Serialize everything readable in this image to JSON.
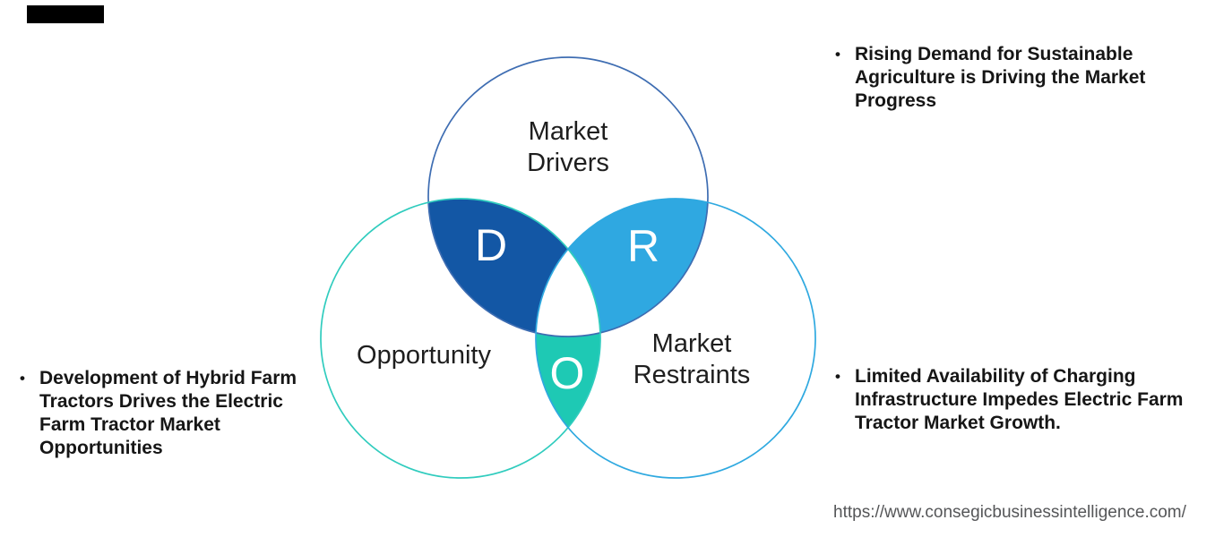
{
  "venn": {
    "drivers": {
      "line1": "Market",
      "line2": "Drivers"
    },
    "opportunity": {
      "line1": "Opportunity"
    },
    "restraints": {
      "line1": "Market",
      "line2": "Restraints"
    },
    "letters": {
      "d": "D",
      "r": "R",
      "o": "O"
    }
  },
  "bullets": {
    "marker": "•",
    "right_top": {
      "lines": [
        "Rising Demand for Sustainable",
        "Agriculture is Driving the Market",
        "Progress"
      ]
    },
    "left": {
      "lines": [
        "Development of Hybrid Farm",
        "Tractors Drives the Electric",
        "Farm Tractor Market",
        "Opportunities"
      ]
    },
    "right_bottom": {
      "lines": [
        "Limited Availability of Charging",
        "Infrastructure Impedes Electric Farm",
        "Tractor Market Growth."
      ]
    }
  },
  "footer": {
    "url": "https://www.consegicbusinessintelligence.com/"
  },
  "colors": {
    "driver_fill": "#1357A5",
    "restraint_fill": "#2FA8E1",
    "opportunity_fill": "#1EC9B4",
    "drivers_stroke": "#3E6DB2",
    "opportunity_stroke": "#30CCBE",
    "restraints_stroke": "#2FA9E0",
    "label_text": "#1E1E1E",
    "bullet_text": "#161616",
    "url_text": "#555658",
    "brand_bar": "#000000"
  }
}
